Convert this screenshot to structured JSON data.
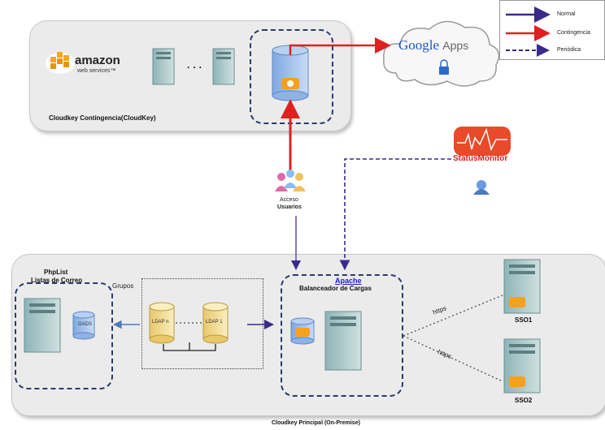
{
  "legend": {
    "normal": "Normal",
    "contingencia": "Contingencia",
    "periodica": "Periódica",
    "colors": {
      "normal": "#3a2a8a",
      "contingencia": "#e02020",
      "periodica": "#3a2a8a"
    }
  },
  "top_panel": {
    "title": "Cloudkey Contingencia(CloudKey)",
    "aws_main": "amazon",
    "aws_sub": "web services™",
    "ellipsis": "· · ·"
  },
  "google": {
    "brand": "Google",
    "apps": "Apps"
  },
  "status_monitor": {
    "label": "StatusMonitor"
  },
  "users": {
    "label_line1": "Acceso",
    "label_line2": "Usuarios"
  },
  "bottom_panel": {
    "title": "Cloudkey  Principal (On-Premise)",
    "phplist_line1": "PhpList",
    "phplist_line2": "Listas de Correo",
    "grupos": "Grupos",
    "gads": "GADS",
    "ldap_n": "LDAP n",
    "ldap_1": "LDAP 1",
    "apache": "Apache",
    "balanceador": "Balanceador de Cargas",
    "https1": "https",
    "https2": "https",
    "sso1": "SSO1",
    "sso2": "SSO2"
  }
}
